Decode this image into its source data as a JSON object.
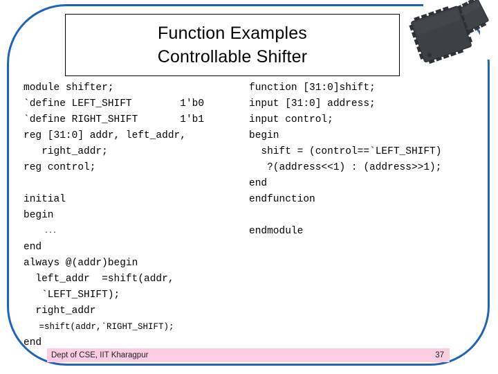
{
  "slide": {
    "title_line_1": "Function Examples",
    "title_line_2": "Controllable Shifter",
    "border_color": "#1f64b8",
    "footer_bg_color": "#fbcde0"
  },
  "artwork": {
    "chip_icon_name": "ic-chip-illustration",
    "chip_body_color": "#3c3f44",
    "chip_pin_color": "#2b2e33"
  },
  "code_left": [
    {
      "text": "module shifter;",
      "style": "normal"
    },
    {
      "text": "`define LEFT_SHIFT        1'b0",
      "style": "normal"
    },
    {
      "text": "`define RIGHT_SHIFT       1'b1",
      "style": "normal"
    },
    {
      "text": "reg [31:0] addr, left_addr,",
      "style": "normal"
    },
    {
      "text": "   right_addr;",
      "style": "normal"
    },
    {
      "text": "reg control;",
      "style": "normal"
    },
    {
      "text": "",
      "style": "blank"
    },
    {
      "text": "initial",
      "style": "normal"
    },
    {
      "text": "begin",
      "style": "normal"
    },
    {
      "text": "     ...",
      "style": "dots"
    },
    {
      "text": "end",
      "style": "normal"
    },
    {
      "text": "always @(addr)begin",
      "style": "normal"
    },
    {
      "text": "  left_addr  =shift(addr,",
      "style": "normal"
    },
    {
      "text": "   `LEFT_SHIFT);",
      "style": "normal"
    },
    {
      "text": "  right_addr",
      "style": "normal"
    },
    {
      "text": "   =shift(addr,`RIGHT_SHIFT);",
      "style": "small"
    },
    {
      "text": "end",
      "style": "normal"
    }
  ],
  "code_right": [
    {
      "text": "function [31:0]shift;",
      "style": "normal"
    },
    {
      "text": "input [31:0] address;",
      "style": "normal"
    },
    {
      "text": "input control;",
      "style": "normal"
    },
    {
      "text": "begin",
      "style": "normal"
    },
    {
      "text": "  shift = (control==`LEFT_SHIFT)",
      "style": "normal"
    },
    {
      "text": "   ?(address<<1) : (address>>1);",
      "style": "normal"
    },
    {
      "text": "end",
      "style": "normal"
    },
    {
      "text": "endfunction",
      "style": "normal"
    },
    {
      "text": "",
      "style": "blank"
    },
    {
      "text": "endmodule",
      "style": "normal"
    }
  ],
  "footer": {
    "text": "Dept of CSE, IIT Kharagpur",
    "page_number": "37"
  }
}
